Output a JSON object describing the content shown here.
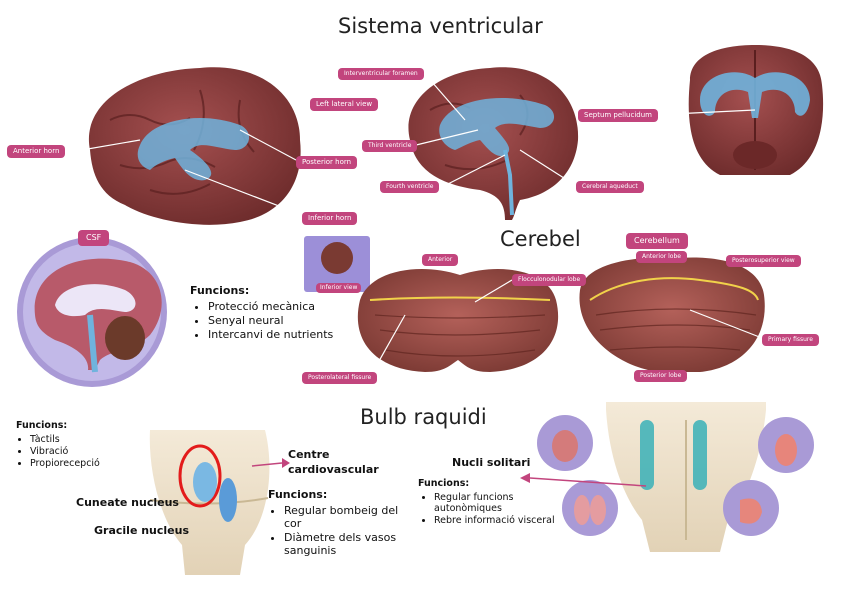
{
  "titles": {
    "ventricular": "Sistema ventricular",
    "cerebel": "Cerebel",
    "bulb": "Bulb raquidi"
  },
  "ventricular": {
    "left_brain_tags": [
      "Anterior horn",
      "Left lateral view",
      "Posterior horn",
      "Inferior horn"
    ],
    "middle_brain_tags": [
      "Interventricular foramen",
      "Third ventricle",
      "Fourth ventricle",
      "Cerebral aqueduct"
    ],
    "right_brain_tags": [
      "Septum pellucidum"
    ]
  },
  "csf": {
    "badge": "CSF",
    "heading": "Funcions:",
    "items": [
      "Protecció mecànica",
      "Senyal neural",
      "Intercanvi de nutrients"
    ]
  },
  "cerebellum": {
    "thumb_label": "Inferior view",
    "left_tags": [
      "Anterior",
      "Flocculonodular lobe",
      "Posterolateral fissure"
    ],
    "badge": "Cerebellum",
    "right_tags": [
      "Anterior lobe",
      "Posterosuperior view",
      "Primary fissure",
      "Posterior lobe"
    ]
  },
  "bulb": {
    "left_funcs": {
      "heading": "Funcions:",
      "items": [
        "Tàctils",
        "Vibració",
        "Propiorecepció"
      ]
    },
    "cuneate": "Cuneate nucleus",
    "gracile": "Gracile nucleus",
    "centre": "Centre cardiovascular",
    "mid_funcs": {
      "heading": "Funcions:",
      "items": [
        "Regular bombeig del cor",
        "Diàmetre dels vasos sanguinis"
      ]
    },
    "solitari": "Nucli solitari",
    "right_funcs": {
      "heading": "Funcions:",
      "items": [
        "Regular funcions autonòmiques",
        "Rebre informació visceral"
      ]
    }
  },
  "colors": {
    "tag": "#c2457d",
    "brain": "#8a3b3b",
    "ventricle": "#6fb3dd",
    "csf_circle": "#a99ad6"
  }
}
